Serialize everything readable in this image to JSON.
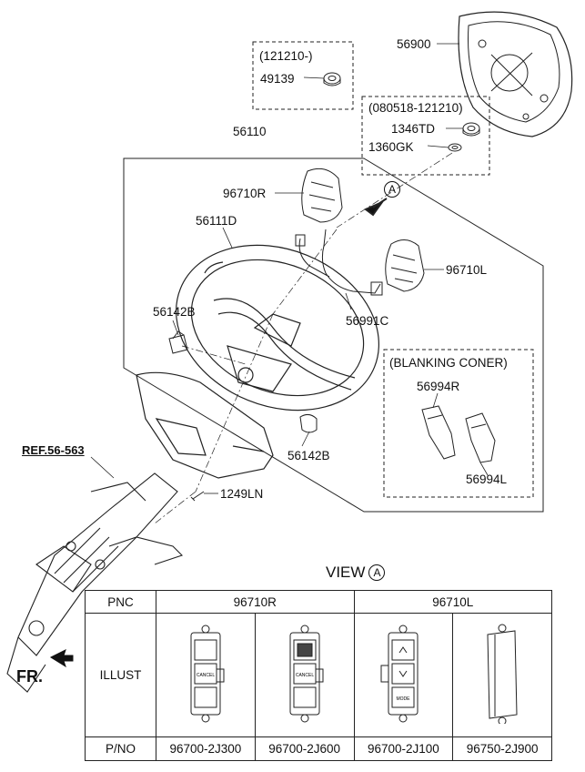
{
  "labels": {
    "p56900": "56900",
    "p121210": "(121210-)",
    "p49139": "49139",
    "p080518": "(080518-121210)",
    "p1346td": "1346TD",
    "p1360gk": "1360GK",
    "p56110": "56110",
    "p96710r": "96710R",
    "p56111d": "56111D",
    "p96710l": "96710L",
    "p56991c": "56991C",
    "p56142b_top": "56142B",
    "p56142b_bot": "56142B",
    "blanking": "(BLANKING CONER)",
    "p56994r": "56994R",
    "p56994l": "56994L",
    "ref": "REF.56-563",
    "p1249ln": "1249LN",
    "fr": "FR.",
    "view": "VIEW",
    "view_marker": "A"
  },
  "table": {
    "pnc_header": "PNC",
    "illust_header": "ILLUST",
    "pno_header": "P/NO",
    "group_right": "96710R",
    "group_left": "96710L",
    "part_numbers": [
      "96700-2J300",
      "96700-2J600",
      "96700-2J100",
      "96750-2J900"
    ],
    "switch_texts": {
      "cancel": "CANCEL",
      "mode": "MODE"
    }
  }
}
